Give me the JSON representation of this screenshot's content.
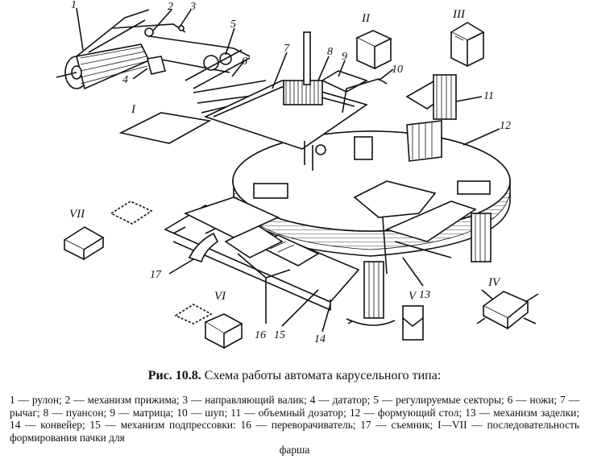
{
  "figure": {
    "part_labels": [
      "1",
      "2",
      "3",
      "4",
      "5",
      "6",
      "7",
      "8",
      "9",
      "10",
      "11",
      "12",
      "13",
      "14",
      "15",
      "16",
      "17"
    ],
    "stage_labels": [
      "I",
      "II",
      "III",
      "IV",
      "V",
      "VI",
      "VII"
    ]
  },
  "caption": {
    "number": "Рис. 10.8.",
    "title": "Схема работы автомата карусельного типа:"
  },
  "legend": {
    "line1": "1 — рулон; 2 — механизм прижима; 3 — направляющий валик; 4 — дататор; 5 — регулируемые",
    "line2": "секторы; 6 — ножи; 7 — рычаг; 8 — пуансон; 9 — матрица; 10 — шуп; 11 — объемный дозатор;",
    "line3": "12 — формующий стол; 13 — механизм заделки; 14 — конвейер; 15 — механизм подпрессовки:",
    "line4": "16 — переворачиватель; 17 — съемник; I—VII — последовательность формирования пачки для",
    "line5": "фарша"
  }
}
